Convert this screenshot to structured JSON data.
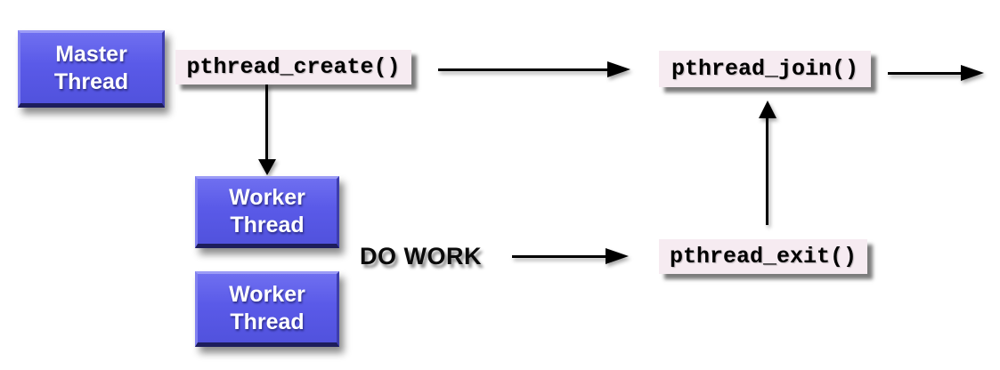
{
  "diagram": {
    "nodes": {
      "master_thread": {
        "line1": "Master",
        "line2": "Thread"
      },
      "worker_thread_1": {
        "line1": "Worker",
        "line2": "Thread"
      },
      "worker_thread_2": {
        "line1": "Worker",
        "line2": "Thread"
      }
    },
    "calls": {
      "create": "pthread_create()",
      "join": "pthread_join()",
      "exit": "pthread_exit()"
    },
    "annotations": {
      "do_work": "DO WORK"
    },
    "colors": {
      "thread_box_fill": "#5a5ae8",
      "thread_box_highlight": "#9b9bf6",
      "thread_box_shade": "#1d1d5c",
      "call_label_bg": "#f6ebf1",
      "arrow": "#000000",
      "thread_box_text": "#ffffff",
      "call_label_text": "#000000",
      "background": "#ffffff"
    }
  }
}
